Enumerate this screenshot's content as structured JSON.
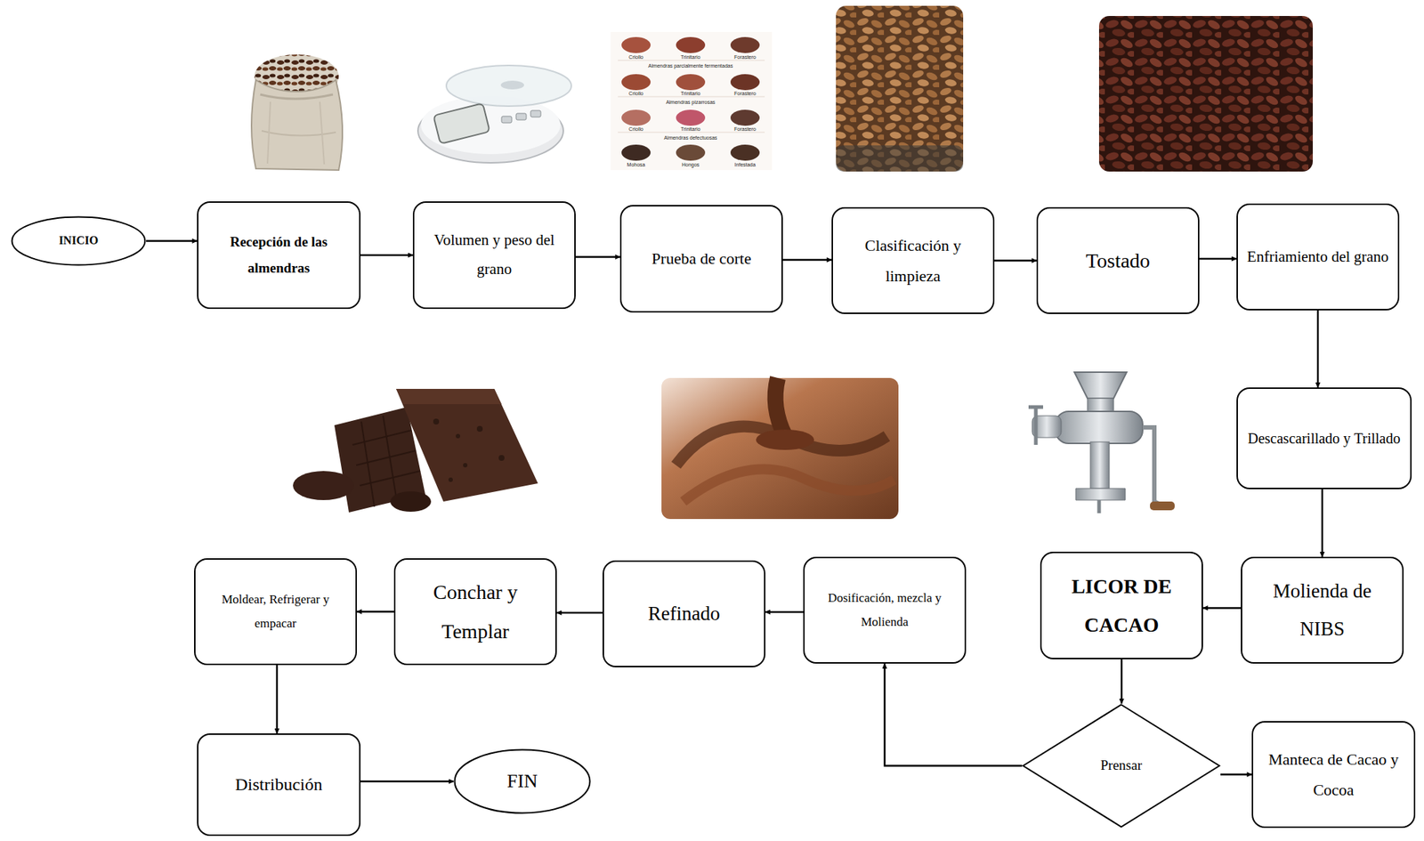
{
  "diagram": {
    "nodes": [
      {
        "text": [
          "INICIO"
        ]
      },
      {
        "text": [
          "Recepción de las almendras"
        ]
      },
      {
        "text": [
          "Volumen y peso del grano"
        ]
      },
      {
        "text": [
          "Prueba de corte"
        ]
      },
      {
        "text": [
          "Clasificación y limpieza"
        ]
      },
      {
        "text": [
          "Tostado"
        ]
      },
      {
        "text": [
          "Enfriamiento del grano"
        ]
      },
      {
        "text": [
          "Descascarillado y Trillado"
        ]
      },
      {
        "text": [
          "Molienda de NIBS"
        ]
      },
      {
        "text": [
          "LICOR DE CACAO"
        ]
      },
      {
        "text": [
          "Prensar"
        ]
      },
      {
        "text": [
          "Manteca de Cacao y Cocoa"
        ]
      },
      {
        "text": [
          "Dosificación, mezcla y Molienda"
        ]
      },
      {
        "text": [
          "Refinado"
        ]
      },
      {
        "text": [
          "Conchar y Templar"
        ]
      },
      {
        "text": [
          "Moldear, Refrigerar y empacar"
        ]
      },
      {
        "text": [
          "Distribución"
        ]
      },
      {
        "text": [
          "FIN"
        ]
      }
    ],
    "edges": [
      {
        "from": 0,
        "to": 1,
        "arrow": "to"
      },
      {
        "from": 1,
        "to": 2,
        "arrow": "to"
      },
      {
        "from": 2,
        "to": 3,
        "arrow": "to"
      },
      {
        "from": 3,
        "to": 4,
        "arrow": "to"
      },
      {
        "from": 4,
        "to": 5,
        "arrow": "to"
      },
      {
        "from": 5,
        "to": 6,
        "arrow": "to"
      },
      {
        "from": 6,
        "to": 7,
        "arrow": "to"
      },
      {
        "from": 7,
        "to": 8,
        "arrow": "to"
      },
      {
        "from": 8,
        "to": 9,
        "arrow": "to"
      },
      {
        "from": 9,
        "to": 10,
        "arrow": "to"
      },
      {
        "from": 10,
        "to": 11,
        "arrow": "to"
      },
      {
        "from": 10,
        "to": 12,
        "arrow": "to"
      },
      {
        "from": 12,
        "to": 13,
        "arrow": "to"
      },
      {
        "from": 13,
        "to": 14,
        "arrow": "to"
      },
      {
        "from": 14,
        "to": 15,
        "arrow": "to"
      },
      {
        "from": 15,
        "to": 16,
        "arrow": "to"
      },
      {
        "from": 16,
        "to": 17,
        "arrow": "to"
      }
    ],
    "labels": [
      "Criollo",
      "Trinitario",
      "Forastero",
      "Almendras parcialmente fermentadas",
      "Criollo",
      "Trinitario",
      "Forastero",
      "Almendras pizarrosas",
      "Criollo",
      "Trinitario",
      "Forastero",
      "Almendras defectuosas",
      "Mohosa",
      "Hongos",
      "Infestada"
    ]
  }
}
